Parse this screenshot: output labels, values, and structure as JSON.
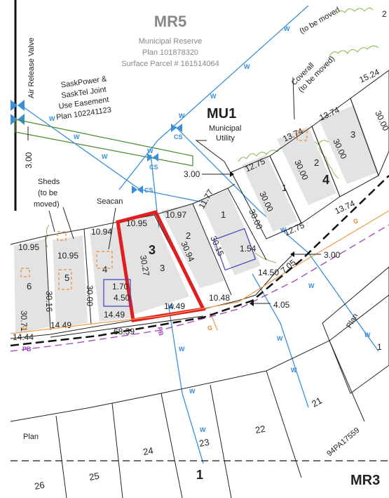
{
  "mr5": {
    "title": "MR5",
    "line1": "Municipal Reserve",
    "line2": "Plan 101878320",
    "line3": "Surface Parcel # 161514064"
  },
  "air_release_valve": "Air Release Valve",
  "easement": {
    "line1": "SaskPower &",
    "line2": "SaskTel Joint",
    "line3": "Use Easement",
    "line4": "Plan 102241123"
  },
  "sheds": {
    "line1": "Sheds",
    "line2": "(to be",
    "line3": "moved)"
  },
  "seacan": "Seacan",
  "coverall": {
    "line1": "Coverall",
    "line2": "(to be moved)"
  },
  "top_right_note": "(to be moved",
  "mu1": {
    "title": "MU1",
    "line1": "Municipal",
    "line2": "Utility"
  },
  "blocks": {
    "b3": "3",
    "b4": "4",
    "b1": "1",
    "mr3": "MR3"
  },
  "lot_numbers": {
    "b3": [
      "6",
      "5",
      "4",
      "3",
      "2",
      "1"
    ],
    "b4": [
      "1",
      "2",
      "3"
    ],
    "south": [
      "26",
      "25",
      "24",
      "23",
      "22",
      "21"
    ]
  },
  "plan_label": "Plan",
  "plan_94pa": "94PA17559",
  "utility_labels": {
    "w": "W",
    "g": "G",
    "pb": "PB",
    "cs": "CS"
  },
  "dims": {
    "d_3_00_left": "3.00",
    "d_3_00_mu1": "3.00",
    "d_3_00_right": "3.00",
    "d_4_05": "4.05",
    "d_7_05": "7.05",
    "d_10_95_a": "10.95",
    "d_10_95_b": "10.95",
    "d_10_95_c": "10.95",
    "d_10_94": "10.94",
    "d_10_97": "10.97",
    "d_11_77": "11.77",
    "d_12_75_a": "12.75",
    "d_12_75_b": "12.75",
    "d_13_74_a": "13.74",
    "d_13_74_b": "13.74",
    "d_13_74_c": "13.74",
    "d_15_24": "15.24",
    "d_30_71": "30.71",
    "d_30_16": "30.16",
    "d_30_00_a": "30.00",
    "d_30_27": "30.27",
    "d_30_94": "30.94",
    "d_30_15": "30.15",
    "d_30_00_b": "30.00",
    "d_30_00_c": "30.00",
    "d_30_00_d": "30.00",
    "d_30_00_e": "30.00",
    "d_30_00_f": "30.00",
    "d_1_70": "1.70",
    "d_4_50": "4.50",
    "d_1_54": "1.54",
    "d_14_44": "14.44",
    "d_14_49_a": "14.49",
    "d_14_49_b": "14.49",
    "d_14_49_c": "14.49",
    "d_10_48": "10.48",
    "d_14_50": "14.50",
    "d_68_39": "68.39",
    "d_2_top": "2"
  },
  "colors": {
    "highlight": "#e02020",
    "water": "#3a8fd8",
    "gas": "#f0a050",
    "power": "#a040c0",
    "vegetation": "#8ab84a",
    "lot_fill": "#e3e3e3"
  }
}
